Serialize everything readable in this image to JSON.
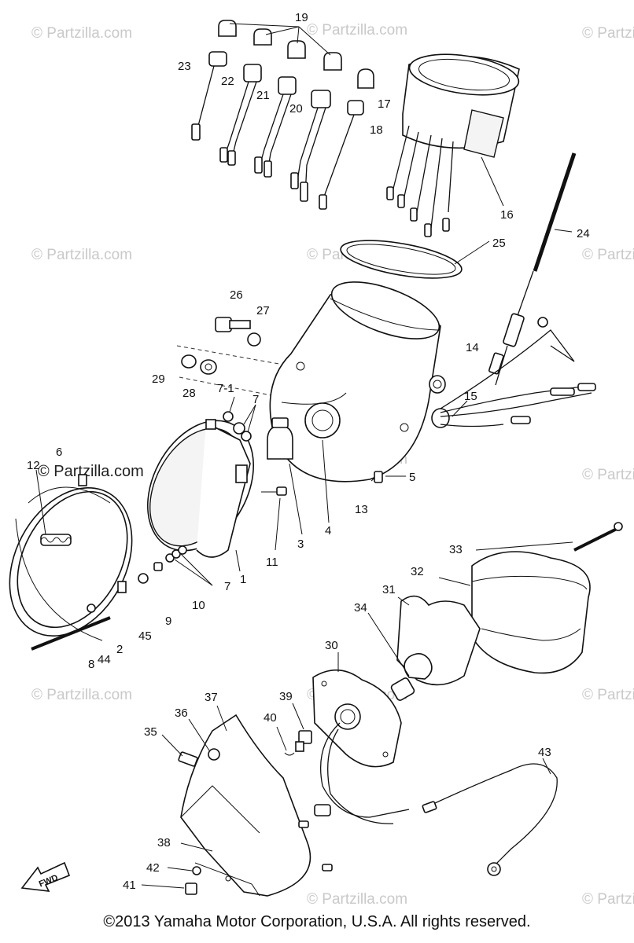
{
  "watermarks": {
    "text": "© Partzilla.com",
    "featured_text": "© Partzilla.com"
  },
  "callouts": [
    "19",
    "23",
    "22",
    "21",
    "20",
    "17",
    "18",
    "16",
    "24",
    "25",
    "26",
    "27",
    "29",
    "28",
    "7-1",
    "7",
    "14",
    "15",
    "6",
    "12",
    "5",
    "13",
    "4",
    "3",
    "11",
    "1",
    "7",
    "10",
    "9",
    "45",
    "2",
    "44",
    "8",
    "33",
    "32",
    "31",
    "34",
    "30",
    "39",
    "37",
    "36",
    "35",
    "40",
    "43",
    "38",
    "42",
    "41"
  ],
  "fwd_label": "FWD",
  "copyright": "©2013  Yamaha Motor Corporation, U.S.A. All rights reserved."
}
